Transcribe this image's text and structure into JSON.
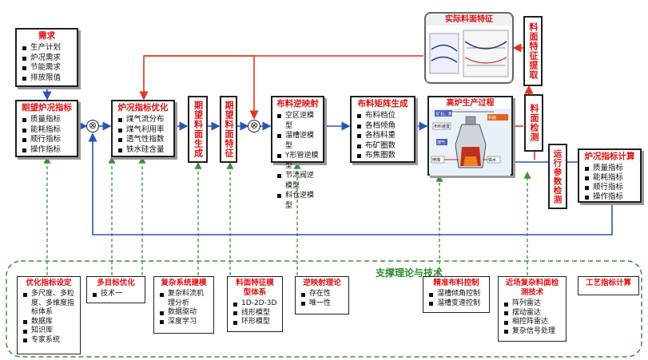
{
  "demand": {
    "title": "需求",
    "items": [
      "生产计划",
      "炉况需求",
      "节能需求",
      "排放限值"
    ]
  },
  "expected_condition": {
    "title": "期望炉况指标",
    "items": [
      "质量指标",
      "能耗指标",
      "顺行指标",
      "操作指标"
    ]
  },
  "furnace_opt": {
    "title": "炉况指标优化",
    "items": [
      "煤气流分布",
      "煤气利用率",
      "透气性指数",
      "铁水硅含量"
    ]
  },
  "expected_surface_gen": {
    "label": "期望料面生成"
  },
  "expected_surface_feature": {
    "label": "期望料面特征"
  },
  "charging_inverse": {
    "title": "布料逆映射",
    "items": [
      "空区逆模型",
      "溜槽逆模型",
      "Y形管逆模型",
      "节流阀逆模型",
      "料仓逆模型"
    ]
  },
  "charging_matrix": {
    "title": "布料矩阵生成",
    "items": [
      "布料档位",
      "各档倾角",
      "各档料重",
      "布矿圈数",
      "布焦圈数"
    ]
  },
  "bf_process": {
    "title": "高炉生产过程",
    "labels": [
      "矿石、焦炭",
      "料面",
      "布料装置",
      "煤气",
      "喷煤",
      "铁水"
    ]
  },
  "actual_surface": {
    "title": "实际料面特征"
  },
  "surface_feature_extract": {
    "label": "料面特征提取"
  },
  "surface_detect": {
    "label": "料面检测"
  },
  "op_param_detect": {
    "label": "运行参数检测"
  },
  "condition_calc": {
    "title": "炉况指标计算",
    "items": [
      "质量指标",
      "能耗指标",
      "顺行指标",
      "操作指标"
    ]
  },
  "support_title": "支撑理论与技术",
  "support": [
    {
      "title": "优化指标设定",
      "items": [
        "多尺度、多粒度、多维度指标体系",
        "数据库",
        "知识库",
        "专家系统"
      ]
    },
    {
      "title": "多目标优化",
      "items": [
        "技术一"
      ]
    },
    {
      "title": "复杂系统建模",
      "items": [
        "复杂料流机理分析",
        "数据驱动",
        "深度学习"
      ]
    },
    {
      "title": "料面特征模型体系",
      "items": [
        "1D-2D-3D",
        "线形模型",
        "环形模型"
      ]
    },
    {
      "title": "逆映射理论",
      "items": [
        "存在性",
        "唯一性"
      ]
    },
    {
      "title": "精准布料控制",
      "items": [
        "溜槽倾角控制",
        "溜槽变速控制"
      ]
    },
    {
      "title": "近场复杂料面检测技术",
      "items": [
        "阵列雷达",
        "摆动雷达",
        "相控阵雷达",
        "复杂信号处理"
      ]
    },
    {
      "title": "工艺指标计算",
      "items": []
    }
  ],
  "sum_symbol": "⊗",
  "colors": {
    "red_line": "#e8321c",
    "blue_line": "#2a55b8",
    "green_dash": "#3a8f3a",
    "title_red": "#e01010",
    "photo_bg": "#e8f0f8"
  }
}
